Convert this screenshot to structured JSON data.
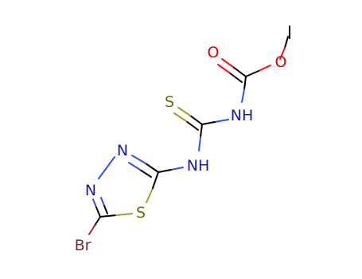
{
  "molecule": {
    "atoms": {
      "o_carbonyl": "O",
      "o_ester": "O",
      "n_carbamate": "NH",
      "s_thione": "S",
      "n_thiourea": "NH",
      "n_ring_upper": "N",
      "n_ring_lower": "N",
      "s_ring": "S",
      "br": "Br"
    },
    "colors": {
      "carbon": "#000000",
      "oxygen": "#ff0d0d",
      "nitrogen": "#3050f8",
      "sulfur": "#a0a020",
      "bromine": "#a62929",
      "n_text": "#1a1aa0",
      "s_text": "#6b6b00",
      "o_text": "#e00000",
      "br_text": "#7a2a2a"
    }
  }
}
